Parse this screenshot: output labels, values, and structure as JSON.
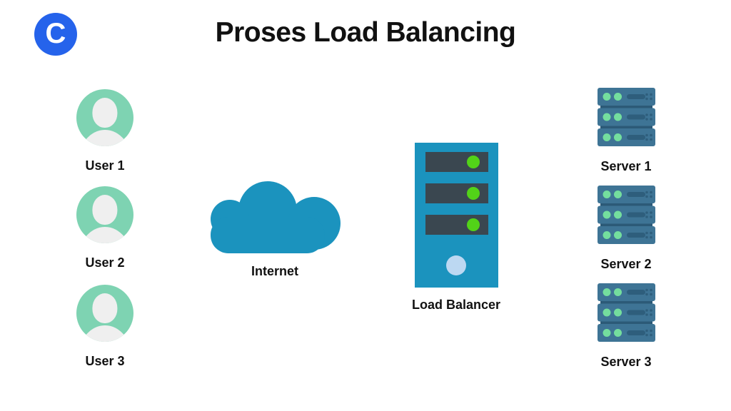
{
  "title": "Proses Load Balancing",
  "logo": {
    "letter": "C"
  },
  "users": [
    {
      "label": "User 1"
    },
    {
      "label": "User 2"
    },
    {
      "label": "User 3"
    }
  ],
  "internet": {
    "label": "Internet"
  },
  "load_balancer": {
    "label": "Load Balancer",
    "led_count": 3
  },
  "servers": [
    {
      "label": "Server 1"
    },
    {
      "label": "Server 2"
    },
    {
      "label": "Server 3"
    }
  ],
  "colors": {
    "logo_blue": "#2563EB",
    "avatar_teal": "#7ED3B2",
    "avatar_silhouette": "#EFEFEF",
    "primary_teal": "#1B93BE",
    "slot_dark": "#3A4750",
    "led_green": "#52D318",
    "power_circle": "#BCD8F2",
    "server_blue": "#3E7495",
    "server_dark": "#2C5A77",
    "server_slot": "#2E5E7C",
    "server_green": "#74DE9E",
    "text_black": "#111111"
  }
}
